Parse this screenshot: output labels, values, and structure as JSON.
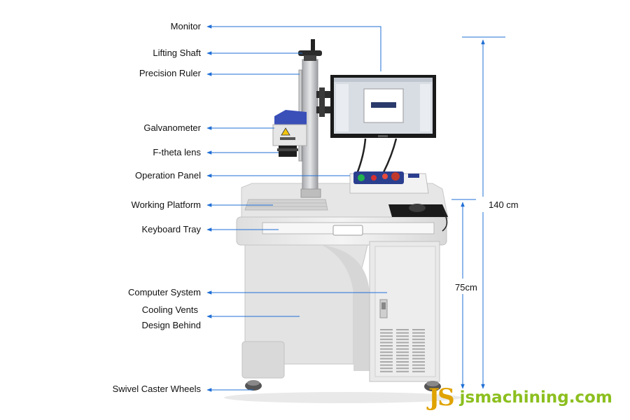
{
  "labels": {
    "monitor": "Monitor",
    "lifting_shaft": "Lifting Shaft",
    "precision_ruler": "Precision Ruler",
    "galvanometer": "Galvanometer",
    "ftheta_lens": "F-theta lens",
    "operation_panel": "Operation Panel",
    "working_platform": "Working Platform",
    "keyboard_tray": "Keyboard Tray",
    "computer_system": "Computer System",
    "cooling_vents_1": "Cooling Vents",
    "cooling_vents_2": "Design Behind",
    "swivel_casters": "Swivel Caster Wheels"
  },
  "dimensions": {
    "total_height": "140 cm",
    "table_height": "75cm"
  },
  "watermark": {
    "mark": "JS",
    "text": "jsmachining.com"
  },
  "colors": {
    "arrow_blue": "#1f6fd6",
    "body_white": "#ececec",
    "watermark_green": "#8cbf1f",
    "watermark_orange": "#e0a300"
  }
}
